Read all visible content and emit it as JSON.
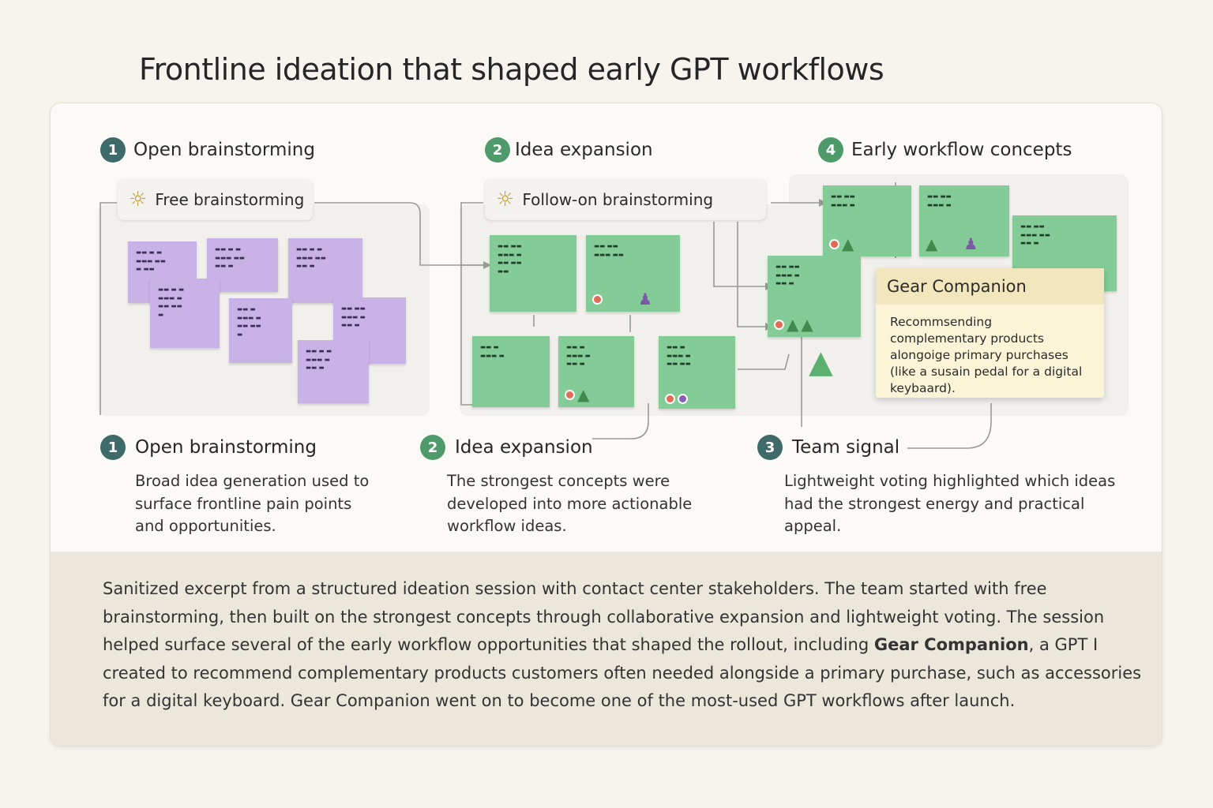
{
  "title": "Frontline ideation that shaped early GPT workflows",
  "sections_top": [
    {
      "num": "1",
      "label": "Open brainstorming"
    },
    {
      "num": "2",
      "label": "Idea expansion"
    },
    {
      "num": "4",
      "label": "Early workflow concepts"
    }
  ],
  "pills": {
    "free": "Free brainstorming",
    "follow": "Follow-on brainstorming"
  },
  "gear_card": {
    "title": "Gear Companion",
    "body": "Recommsending complementary products alongoige primary purchases (like a susain pedal for a digital keybaard)."
  },
  "labels": [
    {
      "num": "1",
      "title": "Open brainstorming",
      "body": "Broad idea generation used to surface frontline pain points and opportunities."
    },
    {
      "num": "2",
      "title": "Idea expansion",
      "body": "The strongest concepts were developed into more actionable workflow ideas."
    },
    {
      "num": "3",
      "title": "Team signal",
      "body": "Lightweight voting highlighted which ideas had the strongest energy and practical appeal."
    }
  ],
  "footer": {
    "part1": "Sanitized excerpt from a structured ideation session with contact center stakeholders. The team started with free brainstorming, then built on the strongest concepts through collaborative expansion and lightweight voting. The session helped surface several of the early workflow opportunities that shaped the rollout, including ",
    "bold": "Gear Companion",
    "part2": ", a GPT I created to recommend complementary products customers often needed alongside a primary purchase, such as accessories for a digital keyboard. Gear Companion went on to become one of the most-used GPT workflows after launch."
  },
  "colors": {
    "purple_note": "#c9b3e6",
    "green_note": "#84cc97",
    "badge_teal": "#3e6b6a",
    "badge_green": "#4f9a6a",
    "gear_card": "#fbf4d7"
  },
  "icons": [
    "lightbulb-icon",
    "thumbs-up-icon",
    "voting-dot-icon",
    "person-icon",
    "arrow-icon"
  ]
}
